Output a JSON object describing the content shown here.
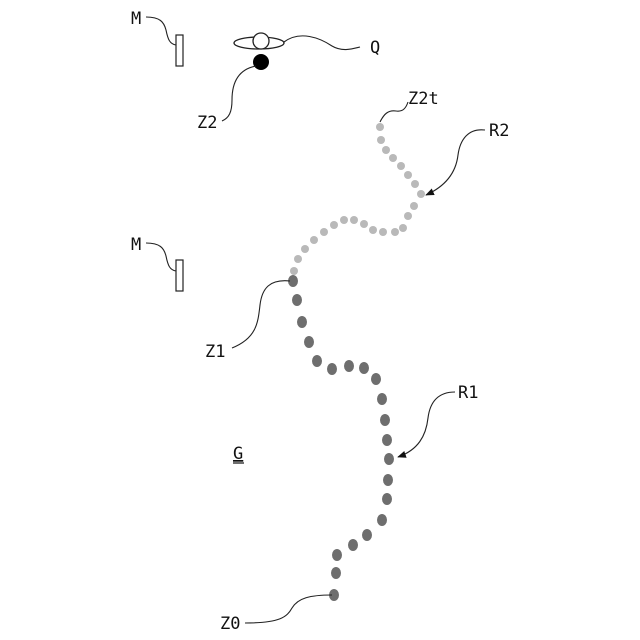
{
  "labels": {
    "marker_top": "M",
    "marker_mid": "M",
    "drone": "Q",
    "point_z2": "Z2",
    "point_z2t": "Z2t",
    "route_r2": "R2",
    "route_r1": "R1",
    "point_z1": "Z1",
    "point_z0": "Z0",
    "ground": "G"
  },
  "colors": {
    "route_r1_dot": "#6e6e6e",
    "route_r2_dot": "#b9b9b9",
    "z2_dot": "#000000",
    "line": "#222222"
  },
  "icons": {
    "marker": "upright-rectangle-marker",
    "drone": "drone-with-rotor-ellipse-icon",
    "arrow": "filled-arrowhead"
  }
}
